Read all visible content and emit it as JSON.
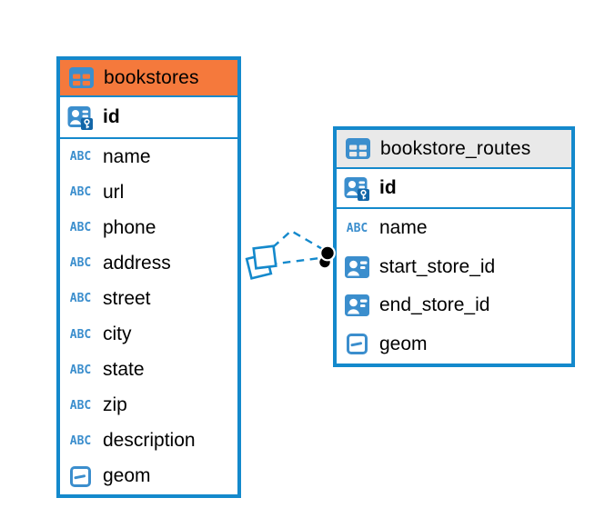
{
  "colors": {
    "accent_blue": "#1489cc",
    "icon_blue": "#3b8ecd",
    "icon_blue_dark": "#1266a8",
    "header_orange": "#f5793c",
    "header_gray": "#e9e9e9",
    "text": "#000000",
    "background": "#ffffff",
    "relationship_dot": "#000000"
  },
  "icons": {
    "text_type_label": "ABC"
  },
  "tables": [
    {
      "name": "bookstores",
      "header_color": "#f5793c",
      "primary_key": {
        "name": "id"
      },
      "columns": [
        {
          "name": "name",
          "type": "text"
        },
        {
          "name": "url",
          "type": "text"
        },
        {
          "name": "phone",
          "type": "text"
        },
        {
          "name": "address",
          "type": "text"
        },
        {
          "name": "street",
          "type": "text"
        },
        {
          "name": "city",
          "type": "text"
        },
        {
          "name": "state",
          "type": "text"
        },
        {
          "name": "zip",
          "type": "text"
        },
        {
          "name": "description",
          "type": "text"
        },
        {
          "name": "geom",
          "type": "geometry"
        }
      ]
    },
    {
      "name": "bookstore_routes",
      "header_color": "#e9e9e9",
      "primary_key": {
        "name": "id"
      },
      "columns": [
        {
          "name": "name",
          "type": "text"
        },
        {
          "name": "start_store_id",
          "type": "reference"
        },
        {
          "name": "end_store_id",
          "type": "reference"
        },
        {
          "name": "geom",
          "type": "geometry"
        }
      ]
    }
  ],
  "relationships": {
    "count": 2,
    "style": "dashed",
    "line_color": "#1489cc"
  }
}
